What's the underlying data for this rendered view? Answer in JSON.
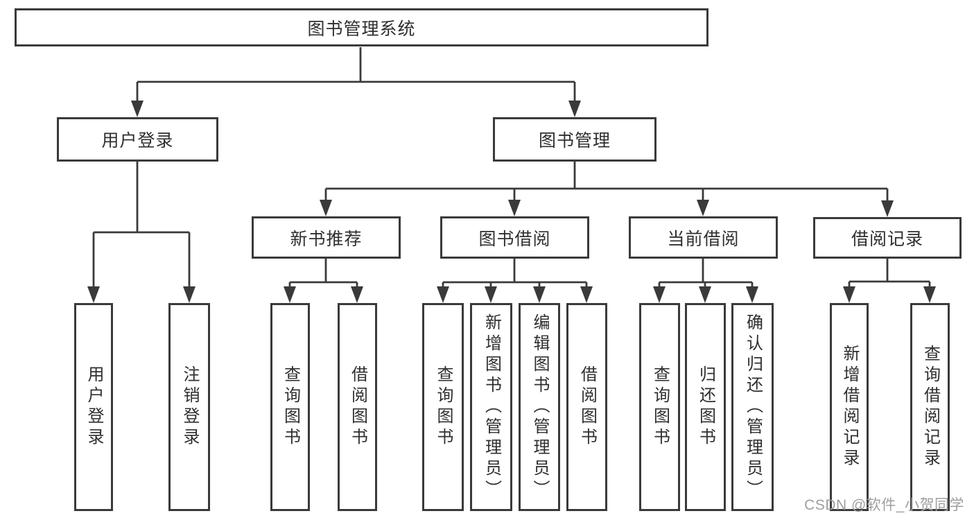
{
  "tree": {
    "root": {
      "label": "图书管理系统",
      "children": [
        {
          "label": "用户登录",
          "children": [
            {
              "label": "用户登录"
            },
            {
              "label": "注销登录"
            }
          ]
        },
        {
          "label": "图书管理",
          "children": [
            {
              "label": "新书推荐",
              "children": [
                {
                  "label": "查询图书"
                },
                {
                  "label": "借阅图书"
                }
              ]
            },
            {
              "label": "图书借阅",
              "children": [
                {
                  "label": "查询图书"
                },
                {
                  "label": "新增图书（管理员）"
                },
                {
                  "label": "编辑图书（管理员）"
                },
                {
                  "label": "借阅图书"
                }
              ]
            },
            {
              "label": "当前借阅",
              "children": [
                {
                  "label": "查询图书"
                },
                {
                  "label": "归还图书"
                },
                {
                  "label": "确认归还（管理员）"
                }
              ]
            },
            {
              "label": "借阅记录",
              "children": [
                {
                  "label": "新增借阅记录"
                },
                {
                  "label": "查询借阅记录"
                }
              ]
            }
          ]
        }
      ]
    }
  },
  "watermark": "CSDN @软件_小贺同学",
  "colors": {
    "line": "#3a3a3a",
    "box_border": "#3a3a3a",
    "box_fill": "#ffffff",
    "text": "#2f2f2f",
    "watermark": "#9e9e9e",
    "background": "#ffffff"
  }
}
